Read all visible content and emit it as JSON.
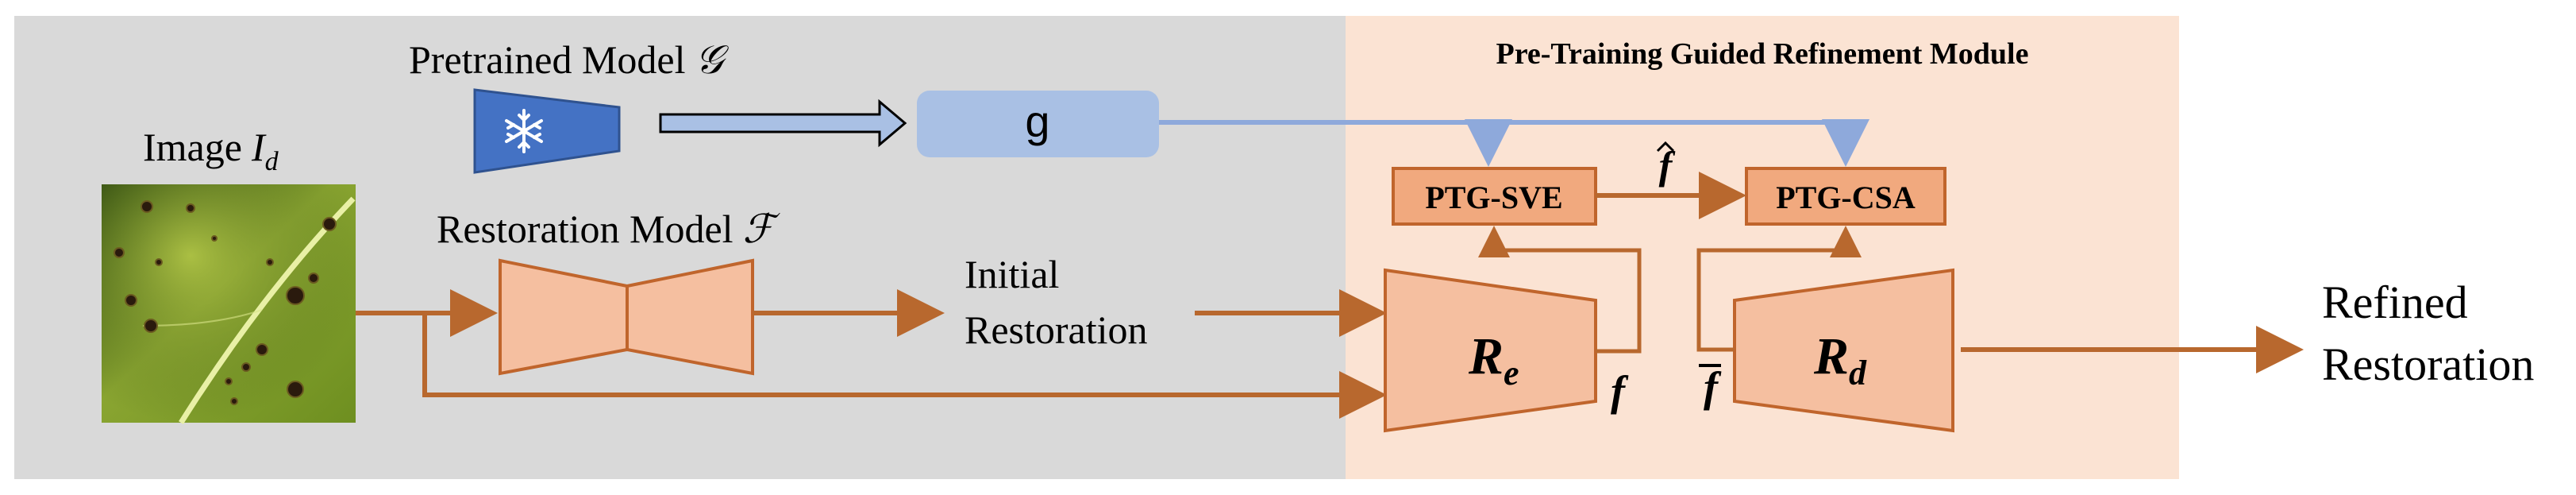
{
  "left_panel": {
    "pretrained_model_label": "Pretrained Model",
    "pretrained_model_symbol": "𝒢",
    "image_label": "Image",
    "image_symbol": "I",
    "image_subscript": "d",
    "restoration_model_label": "Restoration Model",
    "restoration_model_symbol": "ℱ",
    "g_box_label": "g",
    "initial_restoration_line1": "Initial",
    "initial_restoration_line2": "Restoration"
  },
  "right_panel": {
    "title": "Pre-Training Guided Refinement Module",
    "ptg_sve_label": "PTG-SVE",
    "ptg_csa_label": "PTG-CSA",
    "f_hat_label": "f",
    "encoder_label": "R",
    "encoder_subscript": "e",
    "decoder_label": "R",
    "decoder_subscript": "d",
    "f_label": "f",
    "f_bar_label": "f"
  },
  "output": {
    "line1": "Refined",
    "line2": "Restoration"
  },
  "colors": {
    "left_bg": "#d9d9d9",
    "right_bg": "#fbe3d3",
    "orange_box": "#f1a97e",
    "orange_stroke": "#c0652c",
    "trapezoid_fill": "#f5bfa0",
    "arrow_brown": "#b8682e",
    "blue_arrow": "#8ea9db",
    "g_box": "#a9c0e4",
    "frozen_block": "#4472c4"
  }
}
